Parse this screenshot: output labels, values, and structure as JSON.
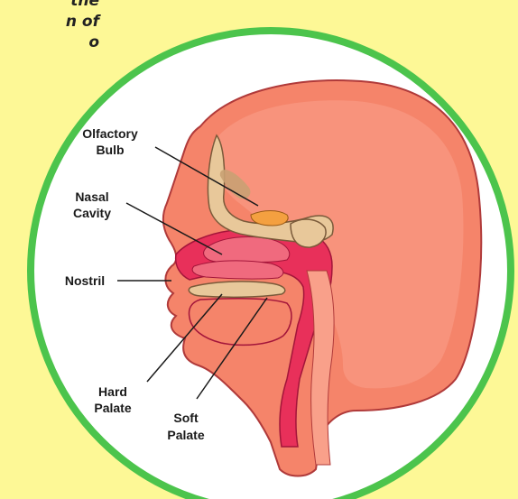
{
  "intro": {
    "line1": "the",
    "line2": "n of",
    "line3": "o"
  },
  "labels": {
    "olfactory_bulb_1": "Olfactory",
    "olfactory_bulb_2": "Bulb",
    "nasal_cavity_1": "Nasal",
    "nasal_cavity_2": "Cavity",
    "nostril": "Nostril",
    "hard_palate_1": "Hard",
    "hard_palate_2": "Palate",
    "soft_palate_1": "Soft",
    "soft_palate_2": "Palate"
  },
  "colors": {
    "background": "#fdf896",
    "circle_border": "#4cc44c",
    "skin": "#f5846a",
    "cavity": "#e8305a",
    "bone": "#e8c89a"
  }
}
